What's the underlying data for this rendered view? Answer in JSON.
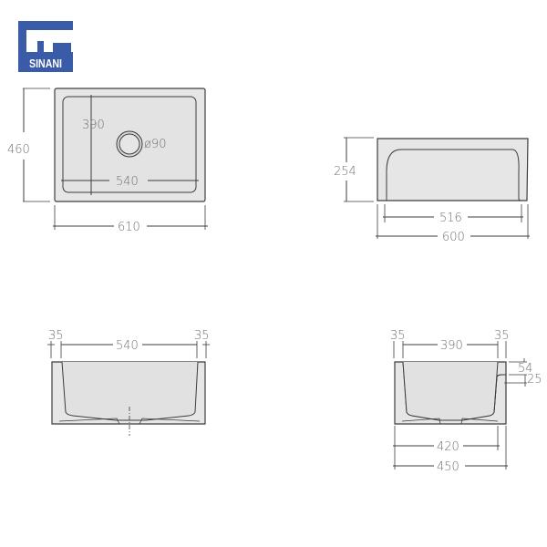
{
  "logo": {
    "text": "SINANI",
    "color": "#3a5ba8"
  },
  "colors": {
    "line": "#3c3c3c",
    "fill": "#e6e6e6",
    "inner": "#e1e1e1",
    "text": "#6d6f72"
  },
  "views": {
    "top": {
      "outer_height": "460",
      "outer_width": "610",
      "inner_height": "390",
      "inner_width": "540",
      "drain": "ø90"
    },
    "front": {
      "height": "254",
      "inner_width": "516",
      "outer_width": "600"
    },
    "section_long": {
      "left_wall": "35",
      "inner_width": "540",
      "right_wall": "35"
    },
    "section_short": {
      "left_wall": "35",
      "inner_width": "390",
      "right_wall": "35",
      "overflow_top": "54",
      "overflow_height": "25",
      "bottom_width": "420",
      "outer_width": "450"
    }
  }
}
